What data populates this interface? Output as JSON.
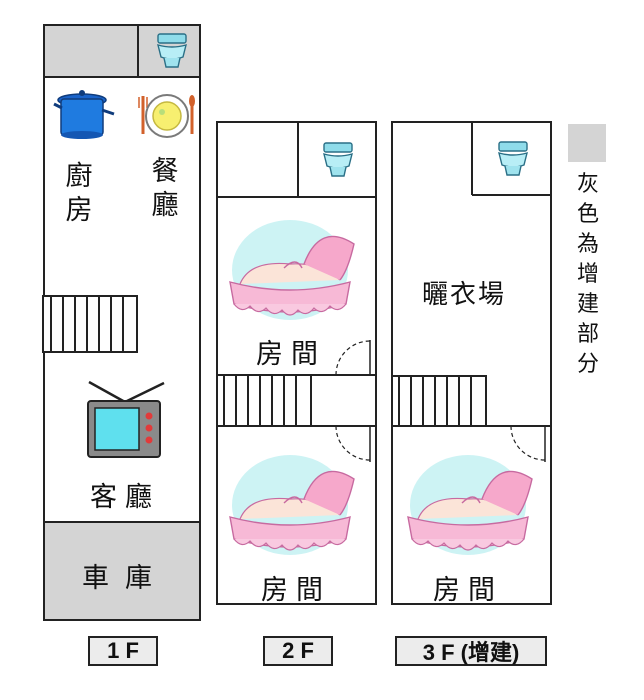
{
  "floors": [
    {
      "tag": "1 F",
      "rooms": {
        "kitchen": "廚房",
        "dining": "餐廳",
        "living": "客廳",
        "garage": "車庫"
      }
    },
    {
      "tag": "2 F",
      "rooms": {
        "room_upper": "房間",
        "room_lower": "房間"
      }
    },
    {
      "tag": "3 F (增建)",
      "rooms": {
        "laundry": "曬衣場",
        "room_lower": "房間"
      }
    }
  ],
  "legend": {
    "text": "灰色為增建部分",
    "swatch_color": "#d4d4d4"
  },
  "colors": {
    "wall": "#222222",
    "extension": "#d4d4d4",
    "toilet": "#9fe3ee",
    "crib": "#f7b9d6"
  }
}
